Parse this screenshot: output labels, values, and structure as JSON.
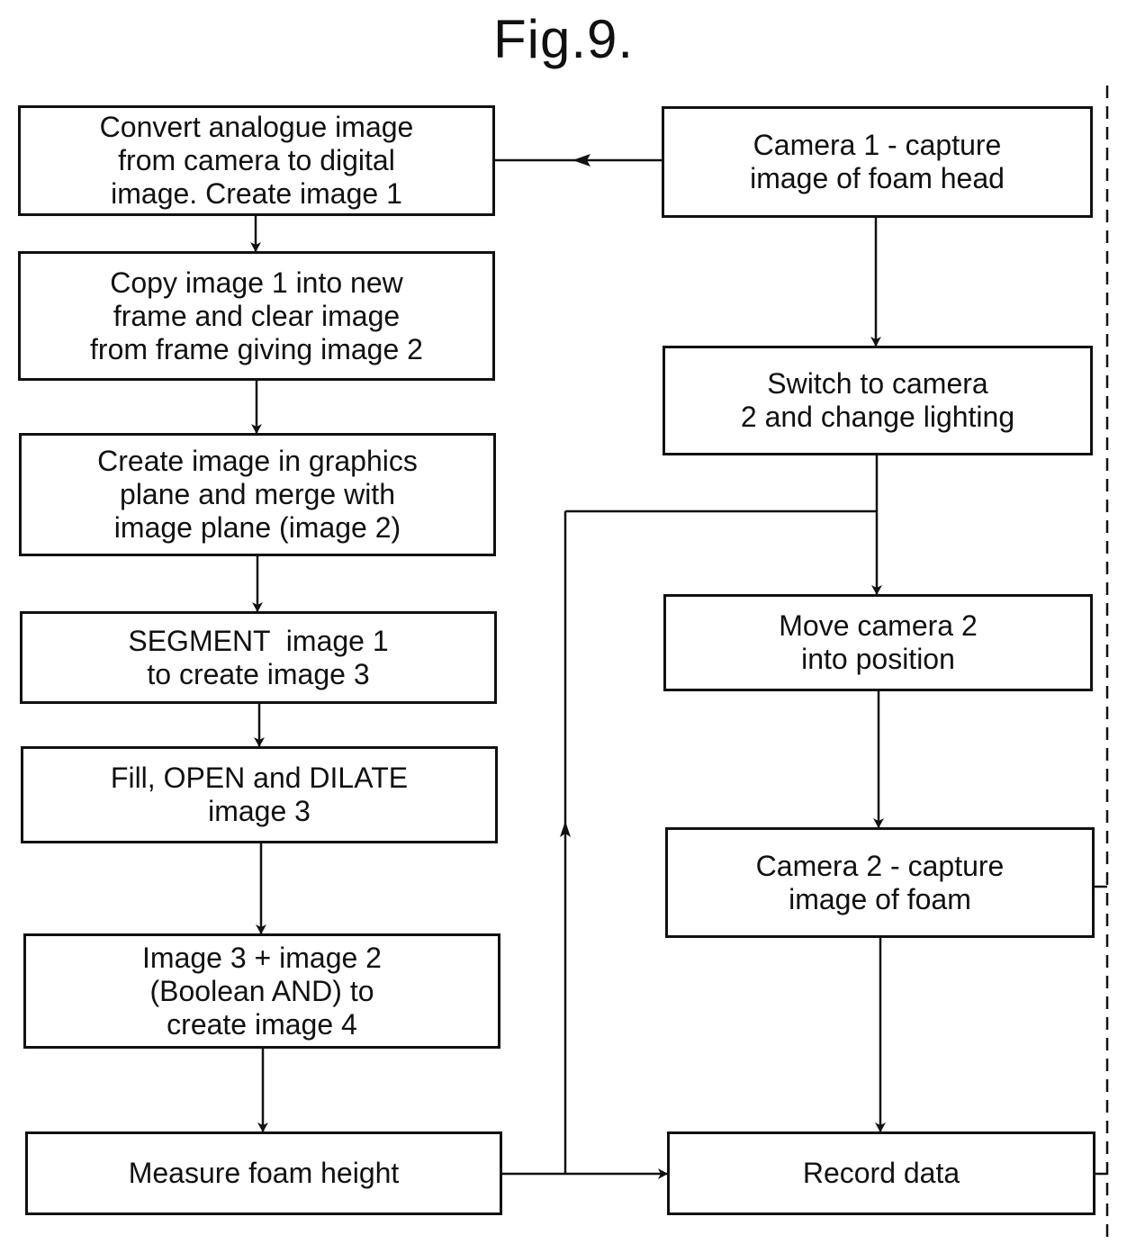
{
  "figure": {
    "title": "Fig.9."
  },
  "left_column": [
    {
      "id": "convert",
      "lines": [
        "Convert analogue image",
        "from camera to digital",
        "image. Create image 1"
      ]
    },
    {
      "id": "copy",
      "lines": [
        "Copy image 1 into new",
        "frame and clear image",
        "from frame giving image 2"
      ]
    },
    {
      "id": "create",
      "lines": [
        "Create image in graphics",
        "plane and merge with",
        "image plane (image 2)"
      ]
    },
    {
      "id": "segment",
      "lines": [
        "SEGMENT  image 1",
        "to create image 3"
      ]
    },
    {
      "id": "fill",
      "lines": [
        "Fill, OPEN and DILATE",
        "image 3"
      ]
    },
    {
      "id": "and",
      "lines": [
        "Image 3 + image 2",
        "(Boolean AND) to",
        "create image 4"
      ]
    },
    {
      "id": "measure",
      "lines": [
        "Measure foam height"
      ]
    }
  ],
  "right_column": [
    {
      "id": "cam1",
      "lines": [
        "Camera 1 - capture",
        "image of foam head"
      ]
    },
    {
      "id": "switch",
      "lines": [
        "Switch to camera",
        "2 and change lighting"
      ]
    },
    {
      "id": "move",
      "lines": [
        "Move camera 2",
        "into position"
      ]
    },
    {
      "id": "cam2",
      "lines": [
        "Camera 2 - capture",
        "image of foam"
      ]
    },
    {
      "id": "record",
      "lines": [
        "Record data"
      ]
    }
  ],
  "colors": {
    "ink": "#111111",
    "background": "#ffffff"
  }
}
